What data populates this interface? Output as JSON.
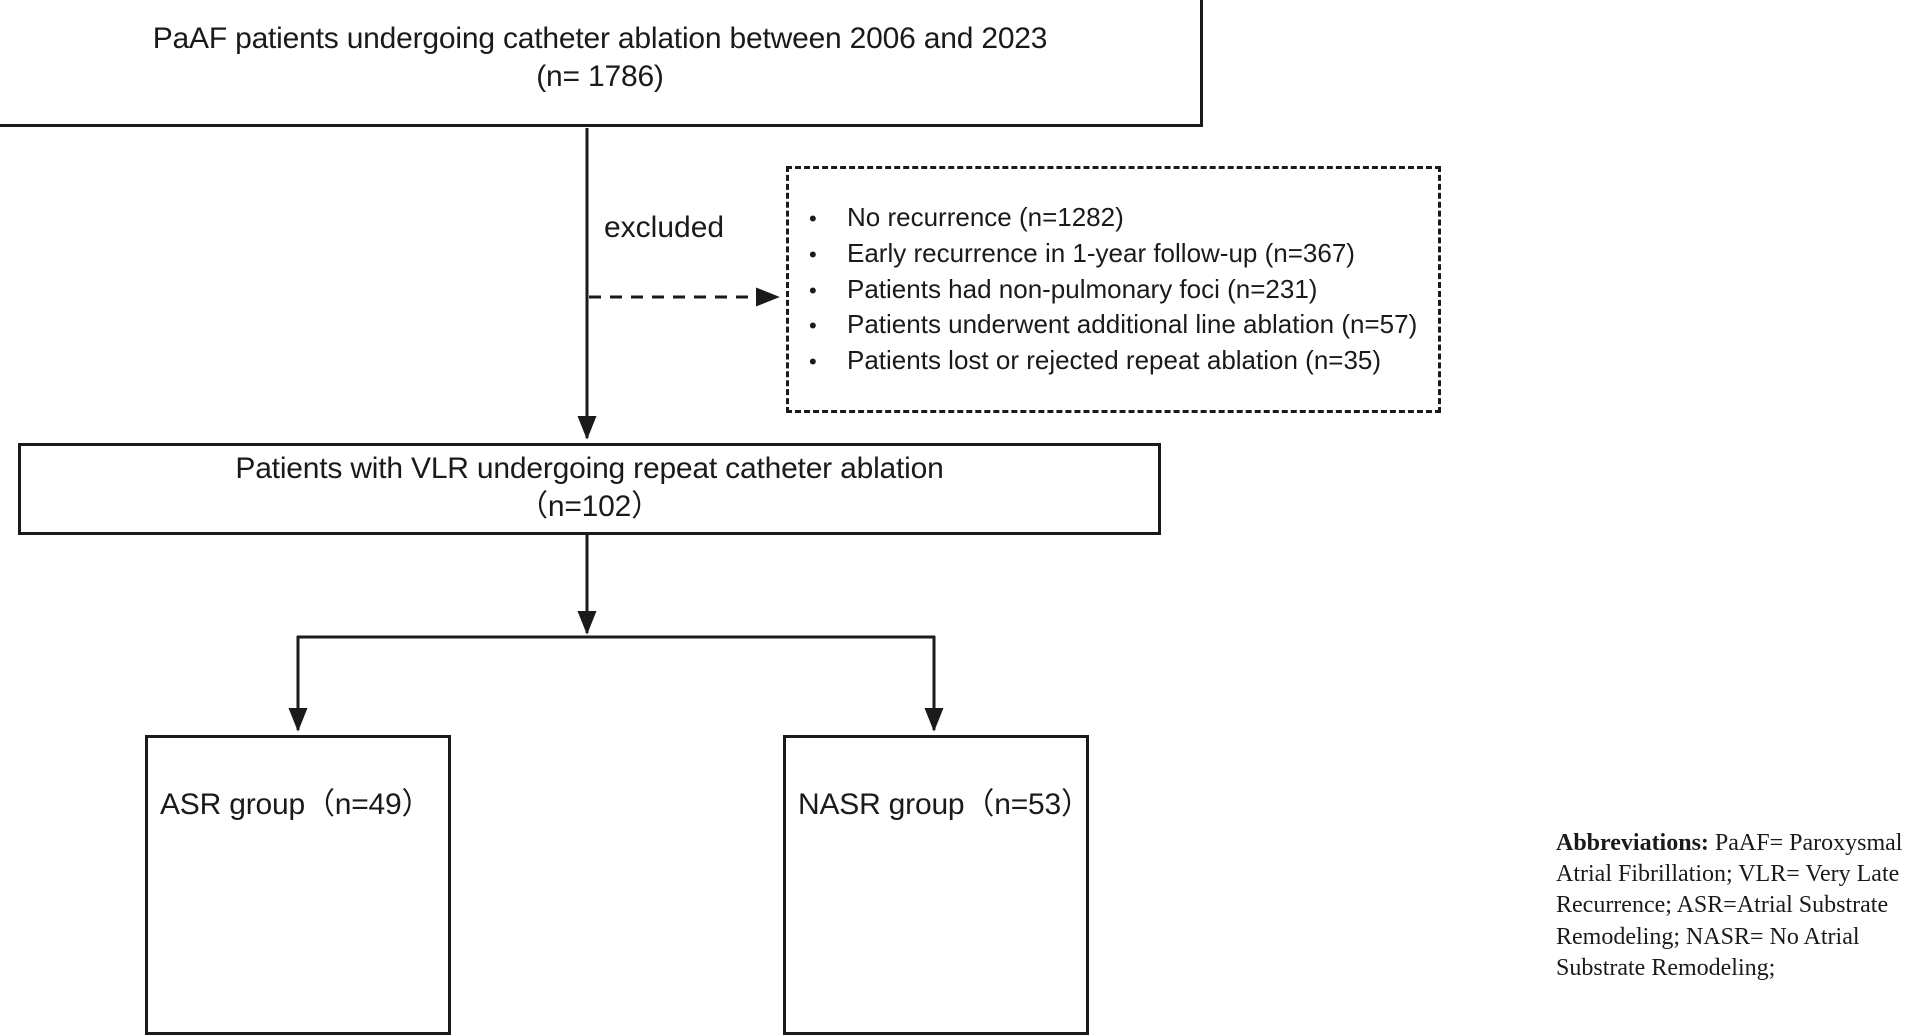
{
  "figure": {
    "type": "flowchart",
    "orientation": "top-down",
    "nodes": {
      "enrollment": {
        "line1": "PaAF patients undergoing catheter ablation between 2006 and 2023",
        "line2": "(n= 1786)"
      },
      "included": {
        "line1": "Patients with VLR undergoing repeat catheter ablation",
        "line2": "（n=102）"
      },
      "asr_group": {
        "label": "ASR group（n=49）"
      },
      "nasr_group": {
        "label": "NASR group（n=53）"
      }
    },
    "exclusion": {
      "arrow_label": "excluded",
      "bullet_glyph": "•",
      "items": [
        "No recurrence (n=1282)",
        "Early recurrence in 1-year follow-up (n=367)",
        "Patients had non-pulmonary foci (n=231)",
        "Patients underwent additional line ablation (n=57)",
        "Patients lost or rejected repeat ablation (n=35)"
      ]
    },
    "abbreviations": {
      "heading": "Abbreviations:",
      "text": " PaAF= Paroxysmal Atrial Fibrillation; VLR= Very Late Recurrence; ASR=Atrial Substrate Remodeling; NASR= No Atrial Substrate Remodeling;"
    },
    "colors": {
      "stroke": "#1a1a1a",
      "background": "#ffffff"
    }
  }
}
